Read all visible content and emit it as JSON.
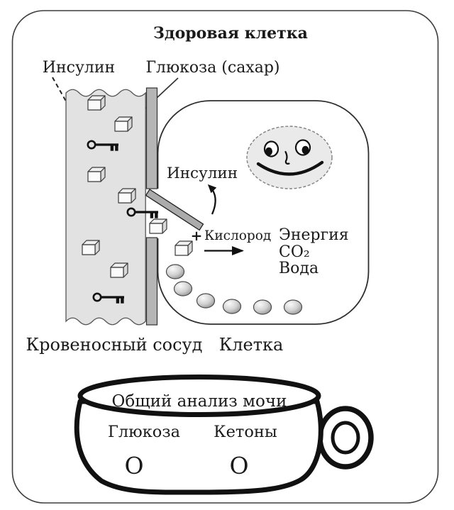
{
  "title": "Здоровая клетка",
  "top_labels": {
    "insulin": "Инсулин",
    "glucose": "Глюкоза (сахар)"
  },
  "vessel": {
    "label": "Кровеносный сосуд"
  },
  "cell": {
    "label": "Клетка",
    "insulin": "Инсулин",
    "plus": "+",
    "oxygen": "Кислород",
    "products": {
      "energy": "Энергия",
      "co2": "CO₂",
      "water": "Вода"
    }
  },
  "urine_cup": {
    "title": "Общий анализ мочи",
    "glucose_label": "Глюкоза",
    "glucose_value": "O",
    "ketones_label": "Кетоны",
    "ketones_value": "O"
  },
  "colors": {
    "ink": "#1a1a1a",
    "vessel_fill": "#e2e2e2",
    "membrane_fill": "#b5b5b5",
    "gate_fill": "#ababab",
    "nucleus_fill": "#eaeaea",
    "cube_front": "#fbfbfb",
    "cube_side": "#d9d9d9"
  }
}
